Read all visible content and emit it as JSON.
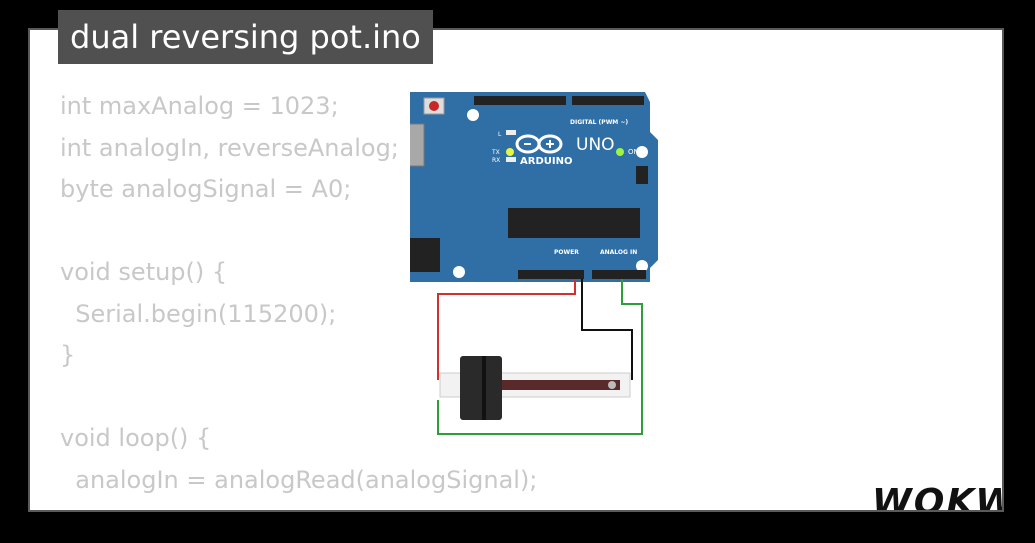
{
  "title": "dual reversing pot.ino",
  "code_lines": [
    "int maxAnalog = 1023;",
    "int analogIn, reverseAnalog;",
    "byte analogSignal = A0;",
    "",
    "void setup() {",
    "  Serial.begin(115200);",
    "}",
    "",
    "void loop() {",
    "  analogIn = analogRead(analogSignal);"
  ],
  "board": {
    "brand": "ARDUINO",
    "model": "UNO",
    "on_label": "ON",
    "digital_label": "DIGITAL (PWM ~)",
    "power_label": "POWER",
    "analog_label": "ANALOG IN",
    "l_label": "L",
    "tx_label": "TX",
    "rx_label": "RX"
  },
  "logo": "WOKWi",
  "colors": {
    "board": "#2f6fa6",
    "wire_red": "#d32f2f",
    "wire_black": "#111111",
    "wire_green": "#2e9d3a",
    "code_text": "#c8c8c8",
    "title_bg": "#505050"
  }
}
